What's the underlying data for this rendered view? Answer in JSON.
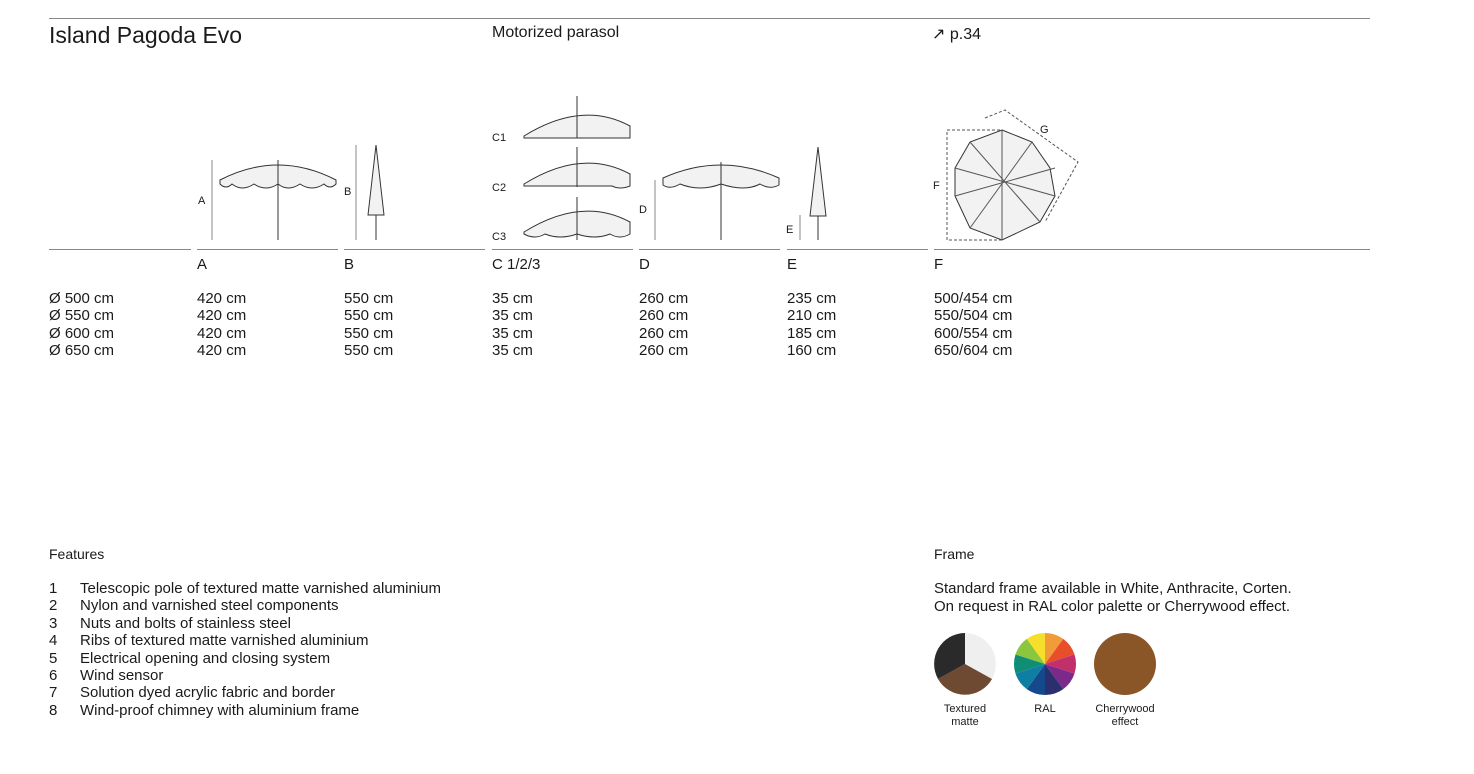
{
  "header": {
    "product": "Island Pagoda Evo",
    "type": "Motorized parasol",
    "page_ref_icon": "arrow-up-right-icon",
    "page_ref": "↗ p.34"
  },
  "diagram_labels": {
    "A": "A",
    "B": "B",
    "C1": "C1",
    "C2": "C2",
    "C3": "C3",
    "D": "D",
    "E": "E",
    "F": "F",
    "G": "G"
  },
  "table": {
    "columns": [
      "",
      "A",
      "B",
      "C 1/2/3",
      "D",
      "E",
      "F"
    ],
    "rows": [
      [
        "Ø 500 cm",
        "420 cm",
        "550 cm",
        "35 cm",
        "260 cm",
        "235 cm",
        "500/454 cm"
      ],
      [
        "Ø 550 cm",
        "420 cm",
        "550 cm",
        "35 cm",
        "260 cm",
        "210 cm",
        "550/504 cm"
      ],
      [
        "Ø 600 cm",
        "420 cm",
        "550 cm",
        "35 cm",
        "260 cm",
        "185 cm",
        "600/554 cm"
      ],
      [
        "Ø 650 cm",
        "420 cm",
        "550 cm",
        "35 cm",
        "260 cm",
        "160 cm",
        "650/604 cm"
      ]
    ]
  },
  "features": {
    "title": "Features",
    "items": [
      {
        "n": "1",
        "text": "Telescopic pole of textured matte varnished aluminium"
      },
      {
        "n": "2",
        "text": "Nylon and varnished steel components"
      },
      {
        "n": "3",
        "text": "Nuts and bolts of stainless steel"
      },
      {
        "n": "4",
        "text": "Ribs of textured matte varnished aluminium"
      },
      {
        "n": "5",
        "text": "Electrical opening and closing system"
      },
      {
        "n": "6",
        "text": "Wind sensor"
      },
      {
        "n": "7",
        "text": "Solution dyed acrylic fabric and border"
      },
      {
        "n": "8",
        "text": "Wind-proof chimney with aluminium frame"
      }
    ]
  },
  "frame": {
    "title": "Frame",
    "line1": "Standard frame available in White, Anthracite, Corten.",
    "line2": "On request in RAL color palette or Cherrywood effect.",
    "swatches": [
      {
        "l1": "Textured",
        "l2": "matte"
      },
      {
        "l1": "RAL",
        "l2": ""
      },
      {
        "l1": "Cherrywood",
        "l2": "effect"
      }
    ],
    "colors": {
      "anthracite": "#2a2a2a",
      "white": "#efefef",
      "corten": "#6e4a33",
      "cherry": "#8a5527"
    },
    "ral": [
      "#f29b3a",
      "#e94e2b",
      "#c2306b",
      "#7b2a8c",
      "#2c2f6e",
      "#144a8c",
      "#0e7fa3",
      "#0f8d75",
      "#8cc63f",
      "#f4e02a"
    ]
  }
}
